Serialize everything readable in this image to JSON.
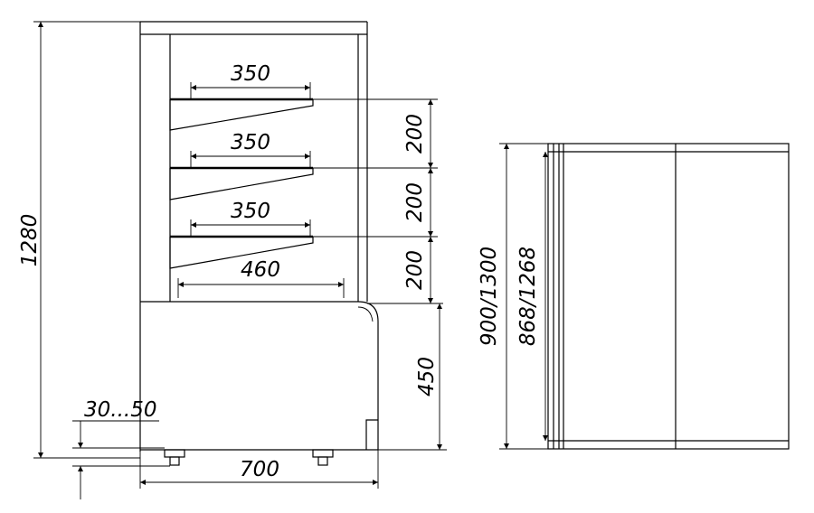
{
  "drawing": {
    "front_view": {
      "overall_height": "1280",
      "shelf_depth_1": "350",
      "shelf_depth_2": "350",
      "shelf_depth_3": "350",
      "base_depth": "460",
      "shelf_spacing_1": "200",
      "shelf_spacing_2": "200",
      "shelf_spacing_3": "200",
      "base_height": "450",
      "foot_adjust": "30...50",
      "width": "700"
    },
    "side_view": {
      "outer_length": "900/1300",
      "inner_length": "868/1268"
    }
  }
}
